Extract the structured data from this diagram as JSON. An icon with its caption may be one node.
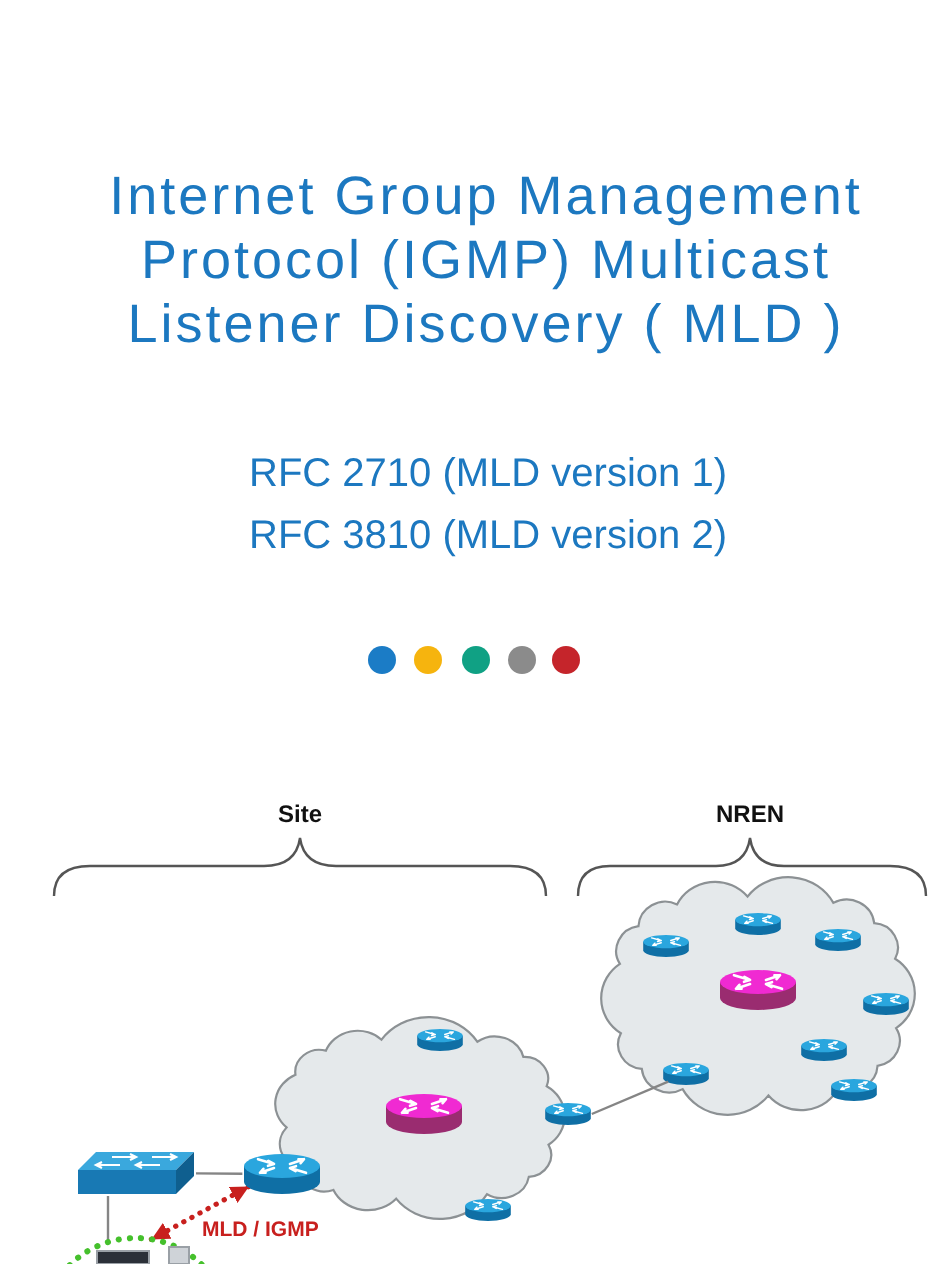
{
  "diagram": {
    "title": "Internet Group Management Protocol (IGMP) Multicast Listener Discovery ( MLD )",
    "nodes": [
      {
        "text": [],
        "shape": "switch"
      },
      {
        "text": [],
        "shape": "router"
      },
      {
        "text": [],
        "shape": "circle"
      },
      {
        "text": [],
        "shape": "computer",
        "in": 2
      },
      {
        "text": [],
        "shape": "cloud"
      },
      {
        "text": [],
        "shape": "router",
        "in": 4
      },
      {
        "text": [],
        "shape": "router",
        "in": 4
      },
      {
        "text": [],
        "shape": "router"
      },
      {
        "text": [],
        "shape": "router"
      },
      {
        "text": [],
        "shape": "cloud"
      },
      {
        "text": [],
        "shape": "router",
        "in": 9
      },
      {
        "text": [],
        "shape": "router",
        "in": 9
      },
      {
        "text": [],
        "shape": "router",
        "in": 9
      },
      {
        "text": [],
        "shape": "router",
        "in": 9
      },
      {
        "text": [],
        "shape": "router",
        "in": 9
      },
      {
        "text": [],
        "shape": "router",
        "in": 9
      },
      {
        "text": [],
        "shape": "router",
        "in": 9
      },
      {
        "text": [],
        "shape": "router",
        "in": 9
      }
    ],
    "edges": [
      {
        "from": 0,
        "to": 1,
        "arrow": "none"
      },
      {
        "from": 0,
        "to": 2,
        "arrow": "none"
      },
      {
        "from": 2,
        "to": 1,
        "arrow": "both",
        "label": "MLD / IGMP",
        "style": "dashed",
        "color": "#c8201e"
      },
      {
        "from": 7,
        "to": 16,
        "arrow": "none"
      }
    ],
    "labels": [
      "RFC 2710 (MLD version 1)",
      "RFC 3810 (MLD version 2)",
      "Site",
      "NREN"
    ]
  }
}
